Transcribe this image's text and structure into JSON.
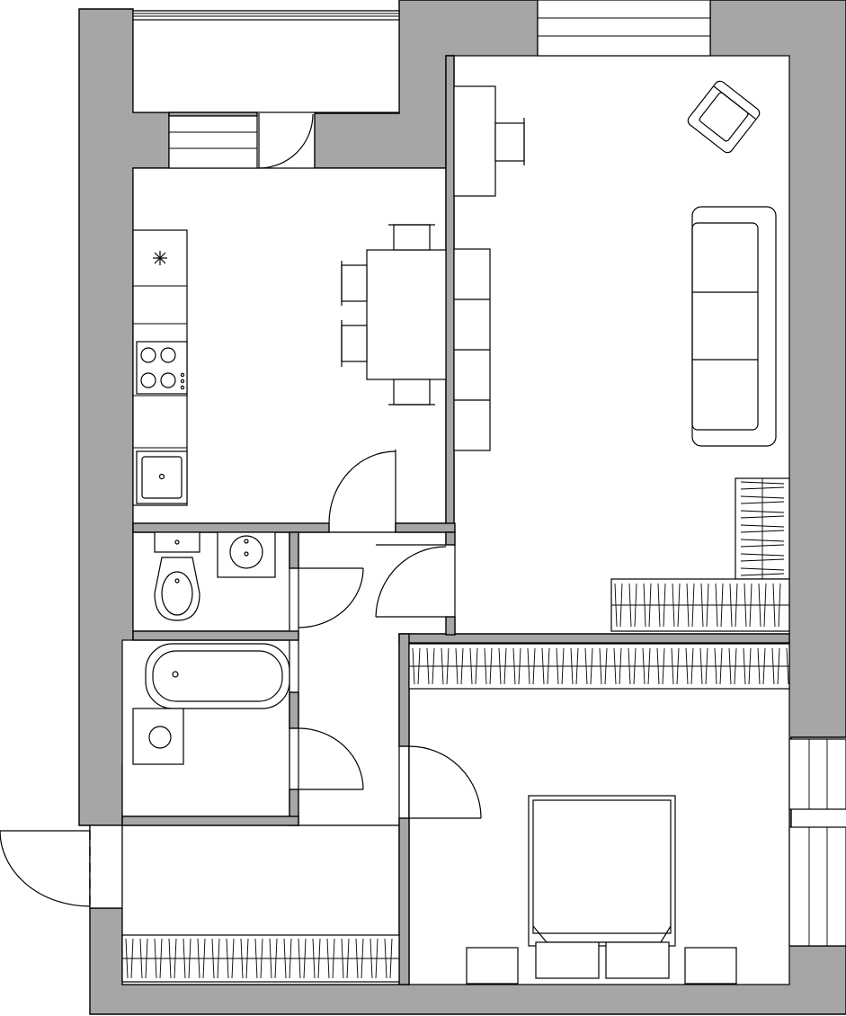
{
  "plan": {
    "type": "one-bedroom apartment floor plan",
    "colors": {
      "wall": "#a6a6a6",
      "floor": "#ffffff",
      "line": "#000000"
    },
    "rooms": [
      "entry-hall",
      "kitchen",
      "toilet",
      "bathroom",
      "living-room",
      "bedroom",
      "loggia"
    ],
    "icons": [
      "stove-icon",
      "sink-icon",
      "toilet-icon",
      "washbasin-icon",
      "bathtub-icon",
      "washer-icon",
      "bed-icon",
      "sofa-icon",
      "armchair-icon",
      "dining-table-icon",
      "wardrobe-icon",
      "door-swing-icon",
      "window-icon"
    ]
  }
}
